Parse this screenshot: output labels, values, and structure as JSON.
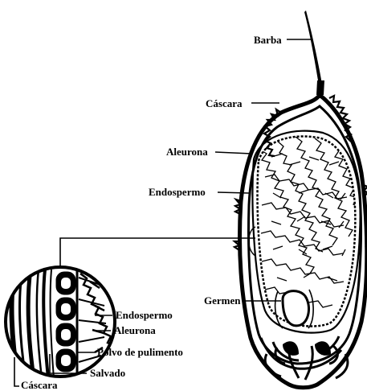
{
  "diagram": {
    "labels": {
      "barba": "Barba",
      "cascara_top": "Cáscara",
      "aleurona_top": "Aleurona",
      "endospermo_top": "Endospermo",
      "germen": "Germen",
      "endospermo_detail": "Endospermo",
      "aleurona_detail": "Aleurona",
      "polvo": "Polvo de pulimento",
      "salvado": "Salvado",
      "cascara_bottom": "Cáscara"
    }
  },
  "colors": {
    "ink": "#000000",
    "paper": "#ffffff"
  }
}
